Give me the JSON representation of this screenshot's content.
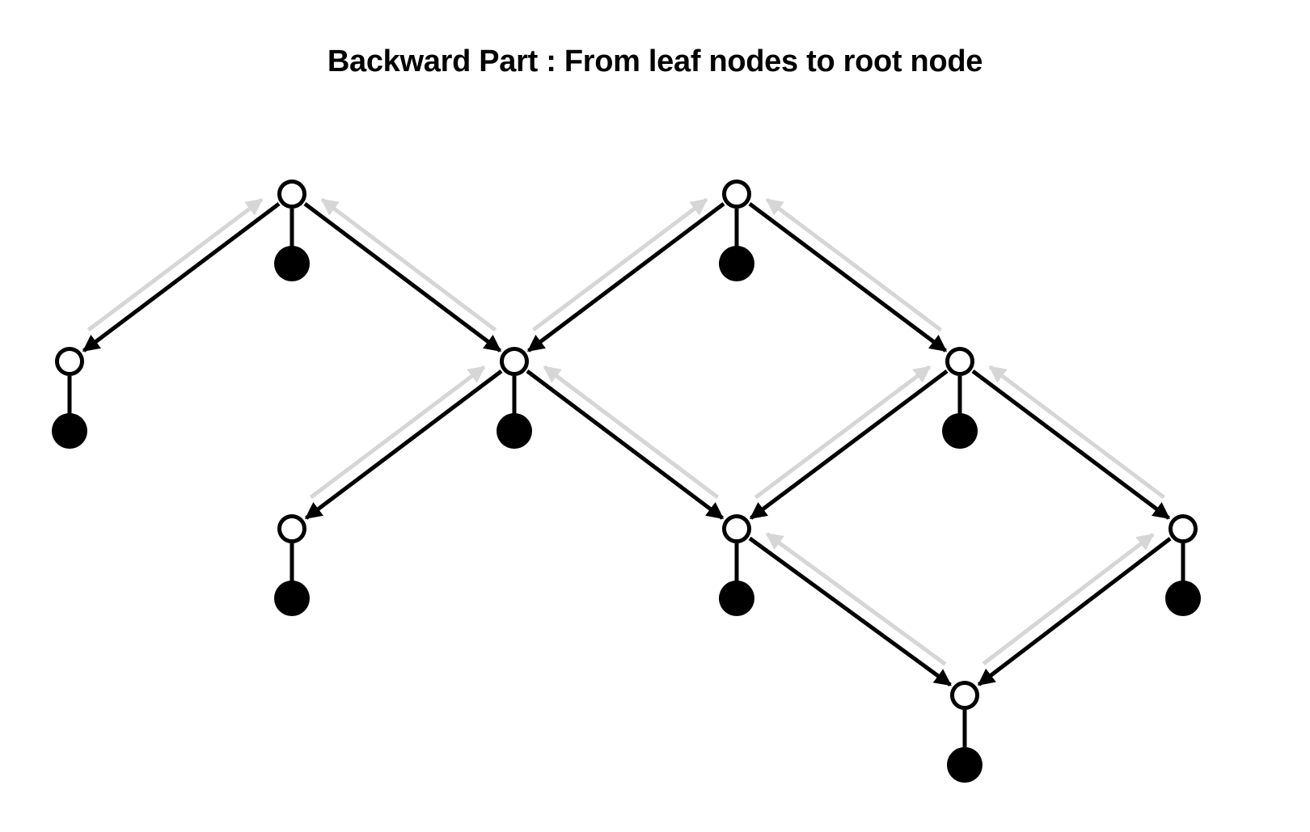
{
  "title": "Backward Part : From leaf nodes to root node",
  "colors": {
    "forward_edge": "#000000",
    "backward_edge": "#d6d6d6",
    "node_stroke": "#000000",
    "open_node_fill": "#ffffff",
    "leaf_node_fill": "#000000"
  },
  "diagram": {
    "nodes": [
      {
        "id": "A",
        "kind": "open"
      },
      {
        "id": "B",
        "kind": "open"
      },
      {
        "id": "C",
        "kind": "open"
      },
      {
        "id": "D",
        "kind": "open"
      },
      {
        "id": "E",
        "kind": "open"
      },
      {
        "id": "F",
        "kind": "open"
      },
      {
        "id": "G",
        "kind": "open"
      },
      {
        "id": "H",
        "kind": "open"
      },
      {
        "id": "I",
        "kind": "open"
      }
    ],
    "leaf_attachments": [
      "A",
      "B",
      "C",
      "D",
      "E",
      "F",
      "G",
      "H",
      "I"
    ],
    "forward_edges": [
      {
        "from": "A",
        "to": "C"
      },
      {
        "from": "A",
        "to": "D"
      },
      {
        "from": "B",
        "to": "D"
      },
      {
        "from": "B",
        "to": "E"
      },
      {
        "from": "D",
        "to": "F"
      },
      {
        "from": "D",
        "to": "G"
      },
      {
        "from": "E",
        "to": "G"
      },
      {
        "from": "E",
        "to": "H"
      },
      {
        "from": "G",
        "to": "I"
      },
      {
        "from": "H",
        "to": "I"
      }
    ],
    "backward_edges": [
      {
        "from": "C",
        "to": "A"
      },
      {
        "from": "D",
        "to": "A"
      },
      {
        "from": "D",
        "to": "B"
      },
      {
        "from": "E",
        "to": "B"
      },
      {
        "from": "F",
        "to": "D"
      },
      {
        "from": "G",
        "to": "D"
      },
      {
        "from": "G",
        "to": "E"
      },
      {
        "from": "H",
        "to": "E"
      },
      {
        "from": "I",
        "to": "G"
      },
      {
        "from": "I",
        "to": "H"
      }
    ]
  }
}
